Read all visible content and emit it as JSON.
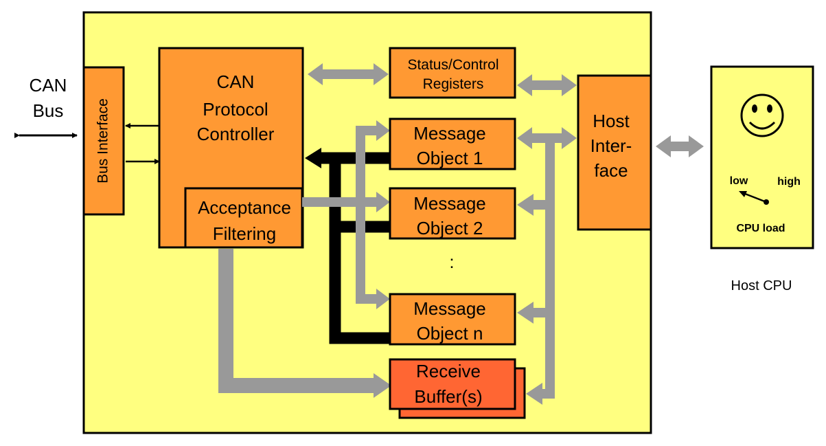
{
  "colors": {
    "chip_background": "#ffff80",
    "block_fill": "#ff9933",
    "receive_buffer_fill": "#ff6633",
    "gray_bus": "#999999",
    "black_bus": "#000000"
  },
  "labels": {
    "can_bus": [
      "CAN",
      "Bus"
    ],
    "bus_interface": "Bus Interface",
    "protocol_controller": [
      "CAN",
      "Protocol",
      "Controller"
    ],
    "acceptance_filtering": [
      "Acceptance",
      "Filtering"
    ],
    "status_control": [
      "Status/Control",
      "Registers"
    ],
    "message_object_1": [
      "Message",
      "Object 1"
    ],
    "message_object_2": [
      "Message",
      "Object 2"
    ],
    "ellipsis": ":",
    "message_object_n": [
      "Message",
      "Object n"
    ],
    "receive_buffer": [
      "Receive",
      "Buffer(s)"
    ],
    "host_interface": [
      "Host",
      "Inter-",
      "face"
    ],
    "cpu_gauge_low": "low",
    "cpu_gauge_high": "high",
    "cpu_load": "CPU load",
    "host_cpu": "Host CPU"
  },
  "icons": {
    "smiley": "smiley-face-icon"
  }
}
